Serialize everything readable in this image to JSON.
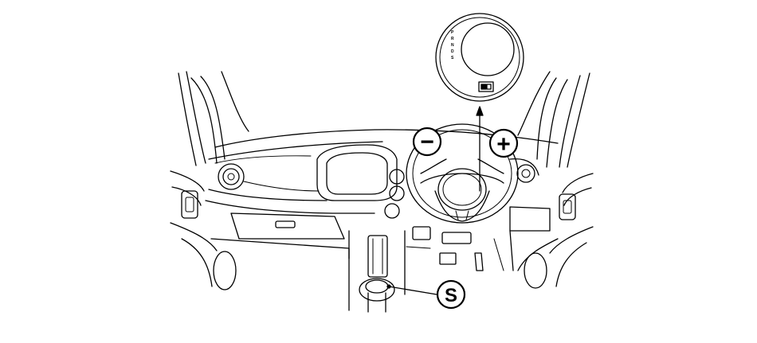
{
  "callouts": {
    "minus": {
      "label": "−",
      "meaning": "downshift-paddle"
    },
    "plus": {
      "label": "+",
      "meaning": "upshift-paddle"
    },
    "s": {
      "label": "S",
      "meaning": "shift-lever-s-position"
    }
  },
  "gauge_inset": {
    "gear_letters": [
      "P",
      "R",
      "N",
      "D",
      "S"
    ]
  },
  "colors": {
    "line": "#000000",
    "background": "#ffffff"
  }
}
